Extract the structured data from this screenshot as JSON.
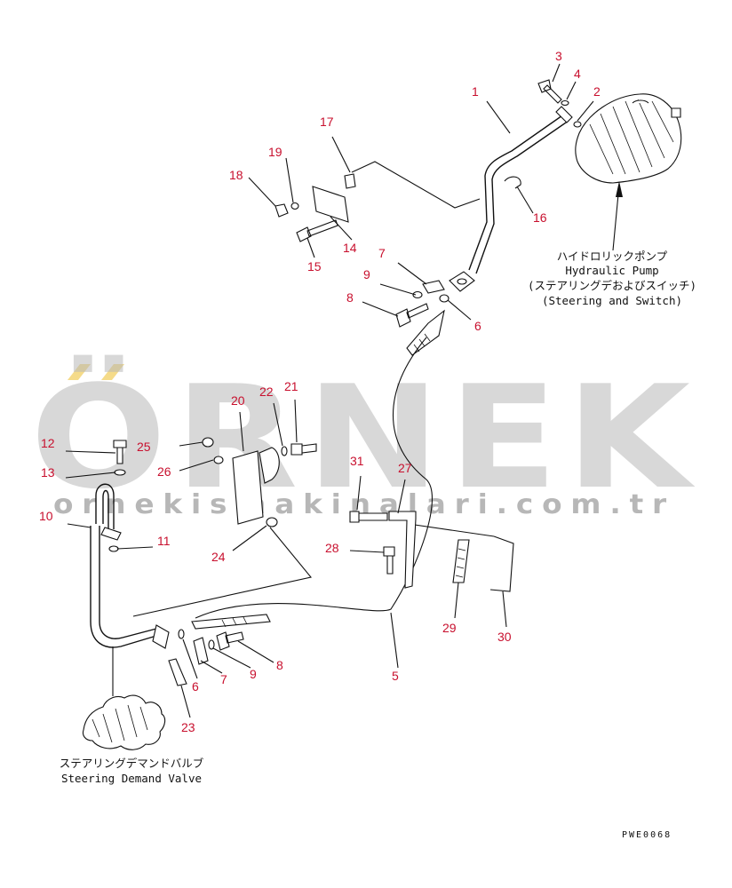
{
  "watermark": {
    "brand": "ÖRNEK",
    "url": "ornekismakinalari.com.tr"
  },
  "drawing_code": "PWE0068",
  "components": {
    "pump_jp": "ハイドロリックポンプ",
    "pump_en": "Hydraulic Pump",
    "pump_sub_jp": "(ステアリングデおよびスイッチ)",
    "pump_sub_en": "(Steering and Switch)",
    "valve_jp": "ステアリングデマンドバルブ",
    "valve_en": "Steering Demand Valve"
  },
  "callouts": {
    "p1": "1",
    "p2": "2",
    "p3": "3",
    "p4": "4",
    "p5": "5",
    "p6a": "6",
    "p6b": "6",
    "p7a": "7",
    "p7b": "7",
    "p8a": "8",
    "p8b": "8",
    "p9a": "9",
    "p9b": "9",
    "p10": "10",
    "p11": "11",
    "p12": "12",
    "p13": "13",
    "p14": "14",
    "p15": "15",
    "p16": "16",
    "p17": "17",
    "p18": "18",
    "p19": "19",
    "p20": "20",
    "p21": "21",
    "p22": "22",
    "p23": "23",
    "p24": "24",
    "p25": "25",
    "p26": "26",
    "p27": "27",
    "p28": "28",
    "p29": "29",
    "p30": "30",
    "p31": "31"
  },
  "colors": {
    "callout": "#c8102e",
    "line": "#111111",
    "watermark": "#b9b9b9",
    "watermark_accent": "#f1cf62"
  }
}
